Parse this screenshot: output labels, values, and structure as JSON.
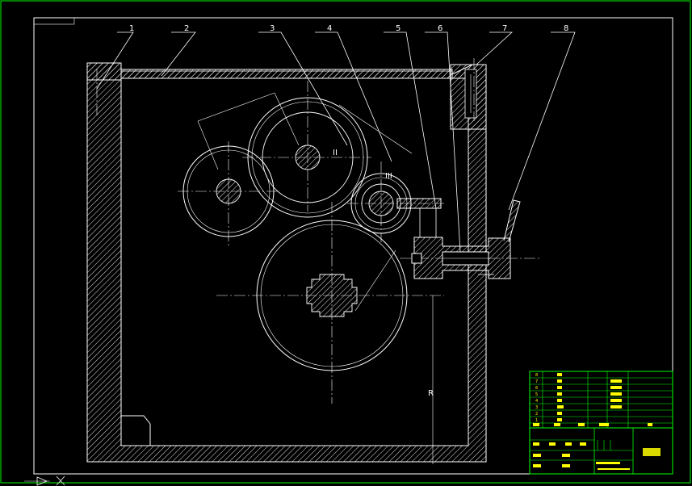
{
  "part_labels": [
    "1",
    "2",
    "3",
    "4",
    "5",
    "6",
    "7",
    "8"
  ],
  "roman_marks": [
    "II",
    "III"
  ],
  "dimension_mark": "R",
  "colors": {
    "background": "#000000",
    "frame": "#00ff00",
    "lines": "#ffffff",
    "centerline": "#ff3030",
    "title_text": "#ffff00"
  },
  "parts_table": {
    "row_numbers": [
      "8",
      "7",
      "6",
      "5",
      "4",
      "3",
      "2",
      "1"
    ]
  },
  "icons": [
    "triangle-arrow-icon",
    "axis-cross-icon"
  ]
}
